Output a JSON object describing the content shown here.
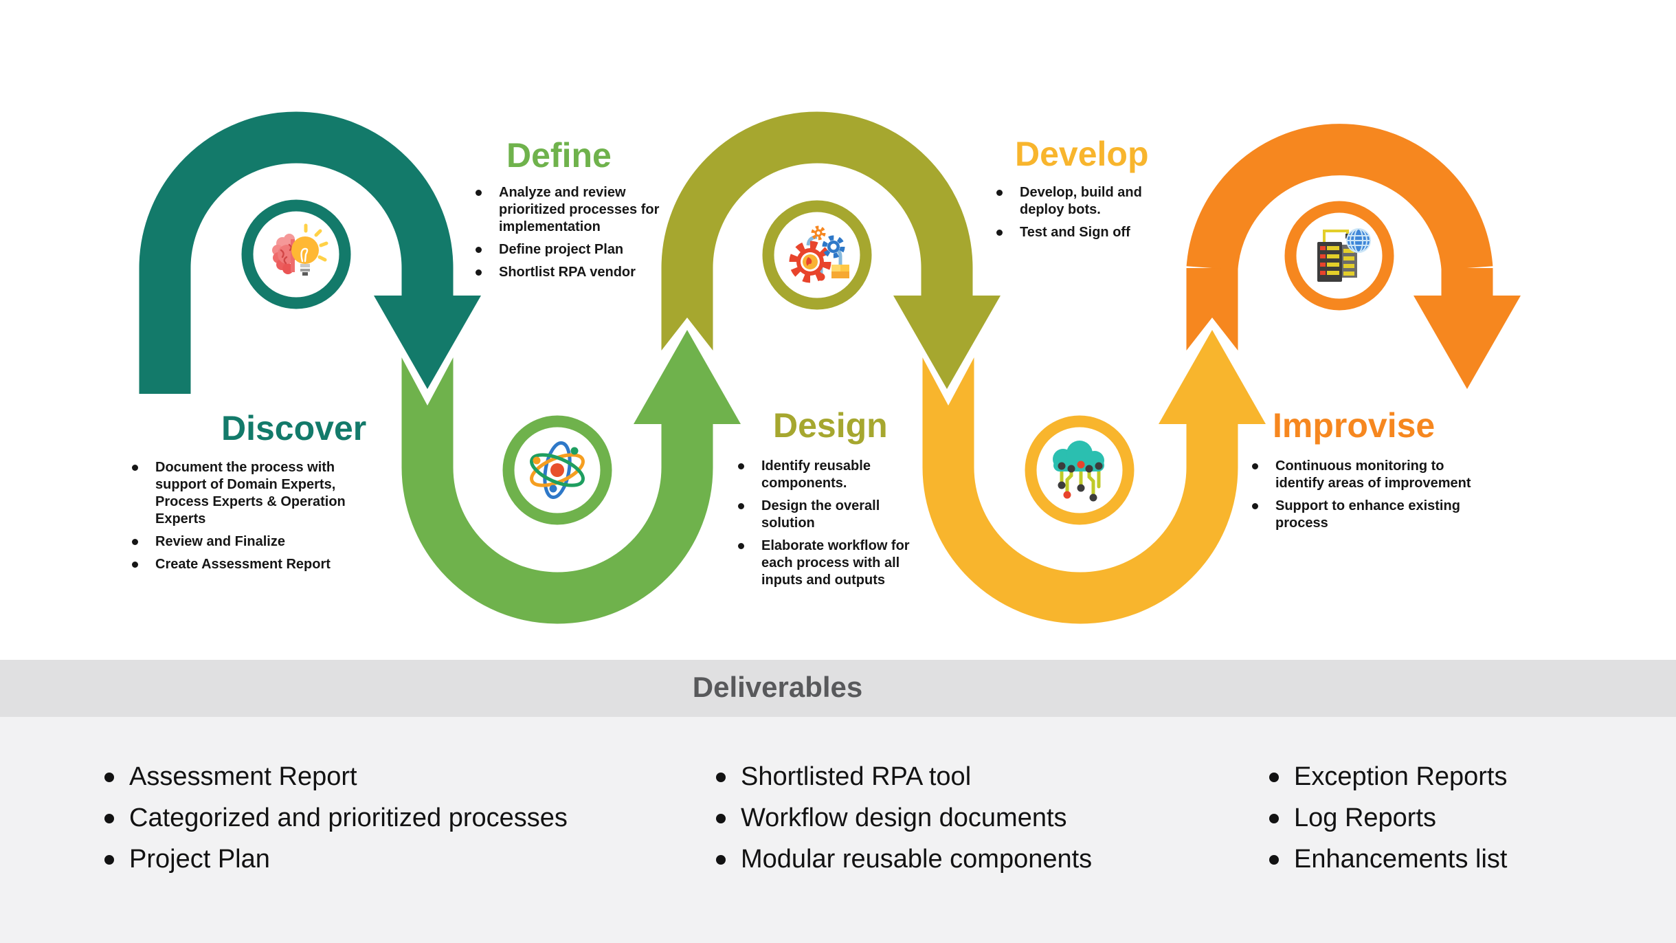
{
  "stages": [
    {
      "id": "discover",
      "title": "Discover",
      "color": "#137A6A",
      "icon": "brain-bulb-icon",
      "bullets": [
        "Document the process with support of Domain Experts, Process Experts & Operation Experts",
        "Review and Finalize",
        "Create Assessment Report"
      ]
    },
    {
      "id": "define",
      "title": "Define",
      "color": "#6FB24C",
      "icon": "atom-icon",
      "bullets": [
        "Analyze and review prioritized processes for implementation",
        "Define project Plan",
        "Shortlist RPA vendor"
      ]
    },
    {
      "id": "design",
      "title": "Design",
      "color": "#A6A72F",
      "icon": "gears-icon",
      "bullets": [
        "Identify reusable components.",
        "Design the overall solution",
        "Elaborate workflow for each process with all inputs and outputs"
      ]
    },
    {
      "id": "develop",
      "title": "Develop",
      "color": "#F8B52D",
      "icon": "cloud-circuit-icon",
      "bullets": [
        "Develop, build and deploy bots.",
        "Test and Sign off"
      ]
    },
    {
      "id": "improvise",
      "title": "Improvise",
      "color": "#F6871F",
      "icon": "server-globe-icon",
      "bullets": [
        "Continuous monitoring to identify areas of improvement",
        "Support to enhance existing process"
      ]
    }
  ],
  "deliverables": {
    "title": "Deliverables",
    "columns": [
      {
        "items": [
          "Assessment Report",
          "Categorized and prioritized processes",
          "Project Plan"
        ]
      },
      {
        "items": [
          "Shortlisted RPA tool",
          "Workflow design documents",
          "Modular reusable components"
        ]
      },
      {
        "items": [
          "Exception Reports",
          "Log Reports",
          "Enhancements list"
        ]
      }
    ]
  },
  "colors": {
    "background": "#FFFFFF",
    "deliverables_band": "#E0E0E1",
    "deliverables_background": "#F2F2F3",
    "deliverables_title_text": "#58595B",
    "body_text": "#161616"
  }
}
